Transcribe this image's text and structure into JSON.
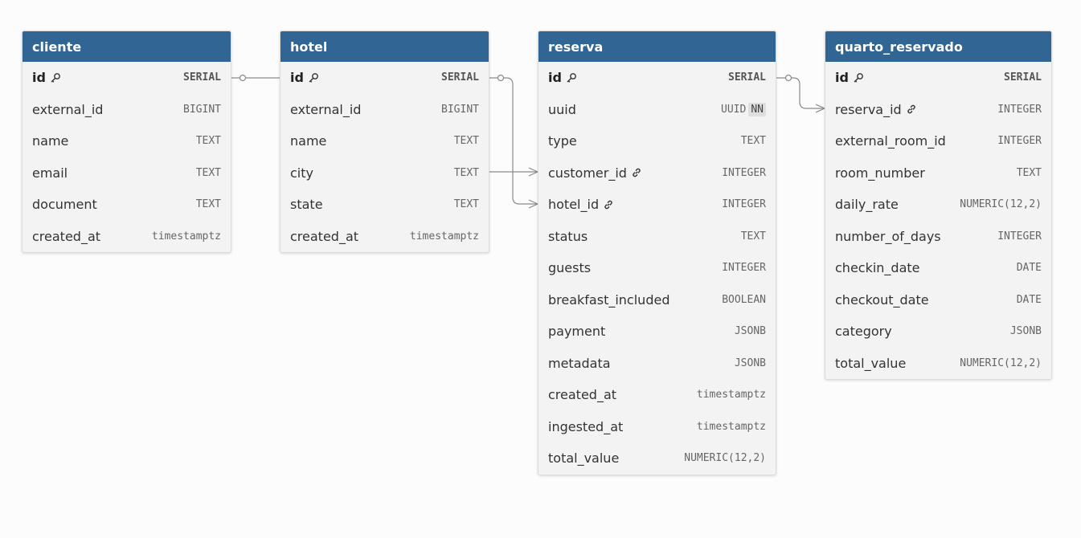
{
  "tables": [
    {
      "name": "cliente",
      "columns": [
        {
          "name": "id",
          "type": "SERIAL",
          "pk": true
        },
        {
          "name": "external_id",
          "type": "BIGINT"
        },
        {
          "name": "name",
          "type": "TEXT"
        },
        {
          "name": "email",
          "type": "TEXT"
        },
        {
          "name": "document",
          "type": "TEXT"
        },
        {
          "name": "created_at",
          "type": "timestamptz"
        }
      ]
    },
    {
      "name": "hotel",
      "columns": [
        {
          "name": "id",
          "type": "SERIAL",
          "pk": true
        },
        {
          "name": "external_id",
          "type": "BIGINT"
        },
        {
          "name": "name",
          "type": "TEXT"
        },
        {
          "name": "city",
          "type": "TEXT"
        },
        {
          "name": "state",
          "type": "TEXT"
        },
        {
          "name": "created_at",
          "type": "timestamptz"
        }
      ]
    },
    {
      "name": "reserva",
      "columns": [
        {
          "name": "id",
          "type": "SERIAL",
          "pk": true
        },
        {
          "name": "uuid",
          "type": "UUID",
          "badge": "NN"
        },
        {
          "name": "type",
          "type": "TEXT"
        },
        {
          "name": "customer_id",
          "type": "INTEGER",
          "fk": true
        },
        {
          "name": "hotel_id",
          "type": "INTEGER",
          "fk": true
        },
        {
          "name": "status",
          "type": "TEXT"
        },
        {
          "name": "guests",
          "type": "INTEGER"
        },
        {
          "name": "breakfast_included",
          "type": "BOOLEAN"
        },
        {
          "name": "payment",
          "type": "JSONB"
        },
        {
          "name": "metadata",
          "type": "JSONB"
        },
        {
          "name": "created_at",
          "type": "timestamptz"
        },
        {
          "name": "ingested_at",
          "type": "timestamptz"
        },
        {
          "name": "total_value",
          "type": "NUMERIC(12,2)"
        }
      ]
    },
    {
      "name": "quarto_reservado",
      "columns": [
        {
          "name": "id",
          "type": "SERIAL",
          "pk": true
        },
        {
          "name": "reserva_id",
          "type": "INTEGER",
          "fk": true
        },
        {
          "name": "external_room_id",
          "type": "INTEGER"
        },
        {
          "name": "room_number",
          "type": "TEXT"
        },
        {
          "name": "daily_rate",
          "type": "NUMERIC(12,2)"
        },
        {
          "name": "number_of_days",
          "type": "INTEGER"
        },
        {
          "name": "checkin_date",
          "type": "DATE"
        },
        {
          "name": "checkout_date",
          "type": "DATE"
        },
        {
          "name": "category",
          "type": "JSONB"
        },
        {
          "name": "total_value",
          "type": "NUMERIC(12,2)"
        }
      ]
    }
  ],
  "relationships": [
    {
      "from": "cliente.id",
      "to": "hotel.id"
    },
    {
      "from": "hotel.id",
      "to": "reserva.hotel_id"
    },
    {
      "from": "hotel.city",
      "to": "reserva.customer_id"
    },
    {
      "from": "reserva.id",
      "to": "quarto_reservado.reserva_id"
    }
  ],
  "colors": {
    "header": "#316694",
    "table_body": "#f3f3f3",
    "connector": "#8a8a8a"
  }
}
